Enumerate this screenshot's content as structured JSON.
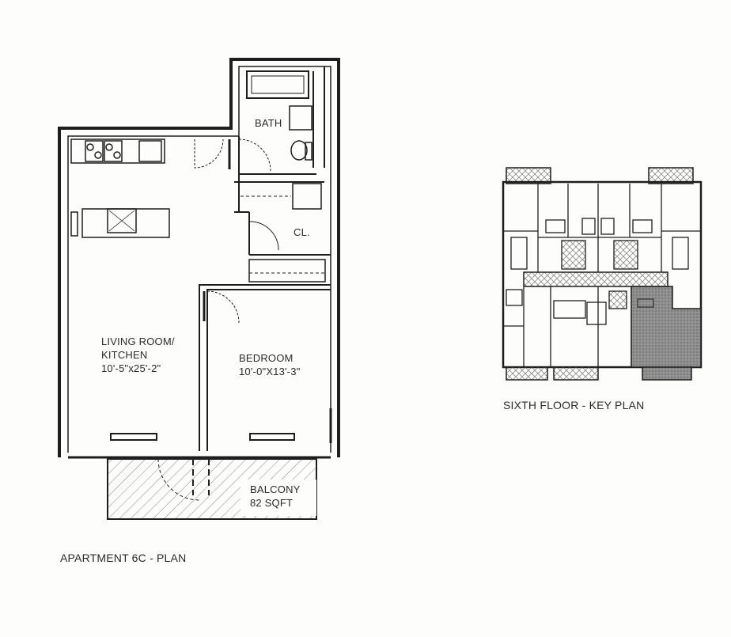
{
  "floor_plan": {
    "title": "APARTMENT 6C - PLAN",
    "rooms": {
      "bath": "BATH",
      "closet": "CL.",
      "living_line1": "LIVING ROOM/",
      "living_line2": "KITCHEN",
      "living_dims": "10'-5\"x25'-2\"",
      "bedroom": "BEDROOM",
      "bedroom_dims": "10'-0\"X13'-3\"",
      "balcony": "BALCONY",
      "balcony_area": "82 SQFT"
    }
  },
  "key_plan": {
    "title": "SIXTH FLOOR - KEY PLAN",
    "highlight_color": "#8e8e8e"
  },
  "colors": {
    "line": "#1e1e1e",
    "hatch": "#777777",
    "paper": "#fdfdfb"
  }
}
